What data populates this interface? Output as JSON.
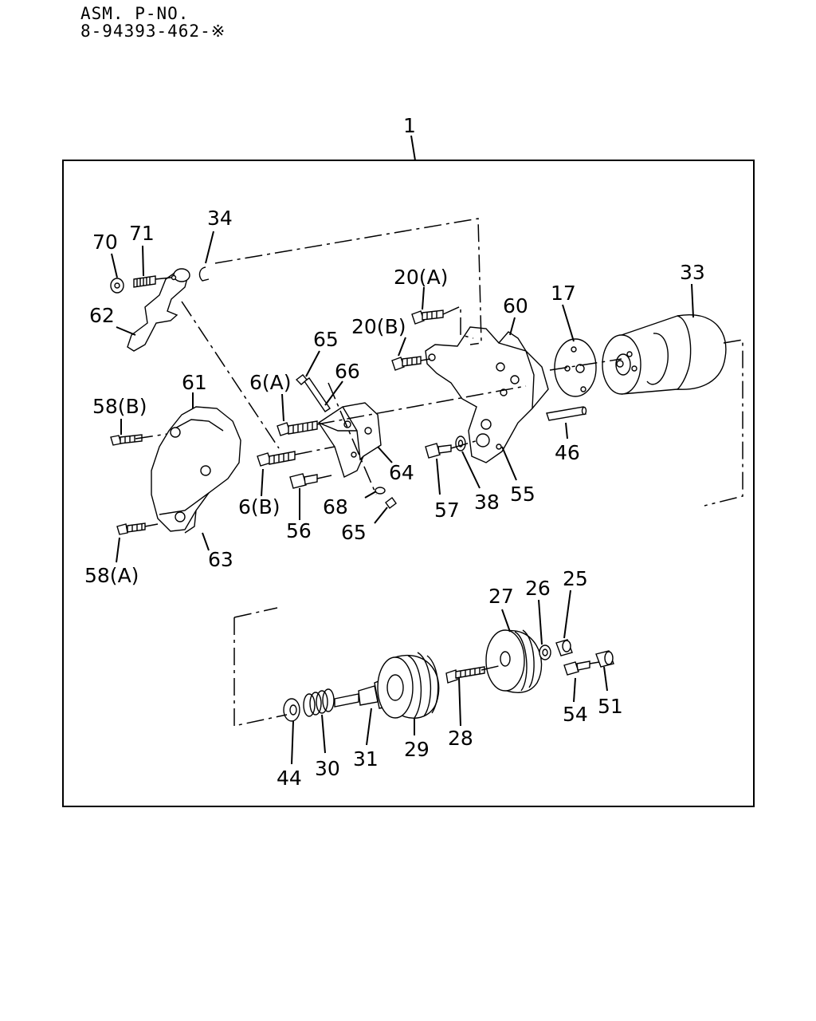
{
  "header": {
    "line1": "ASM. P-NO.",
    "line2": "8-94393-462-※"
  },
  "callouts": {
    "c1": "1",
    "c34": "34",
    "c70": "70",
    "c71": "71",
    "c62": "62",
    "c20a": "20(A)",
    "c20b": "20(B)",
    "c60": "60",
    "c17": "17",
    "c33": "33",
    "c65a": "65",
    "c66": "66",
    "c6a": "6(A)",
    "c61": "61",
    "c58b": "58(B)",
    "c58a": "58(A)",
    "c63": "63",
    "c6b": "6(B)",
    "c56": "56",
    "c64": "64",
    "c68": "68",
    "c65b": "65",
    "c57": "57",
    "c38": "38",
    "c55": "55",
    "c46": "46",
    "c27": "27",
    "c26": "26",
    "c25": "25",
    "c54": "54",
    "c51": "51",
    "c28": "28",
    "c29": "29",
    "c31": "31",
    "c30": "30",
    "c44": "44"
  }
}
